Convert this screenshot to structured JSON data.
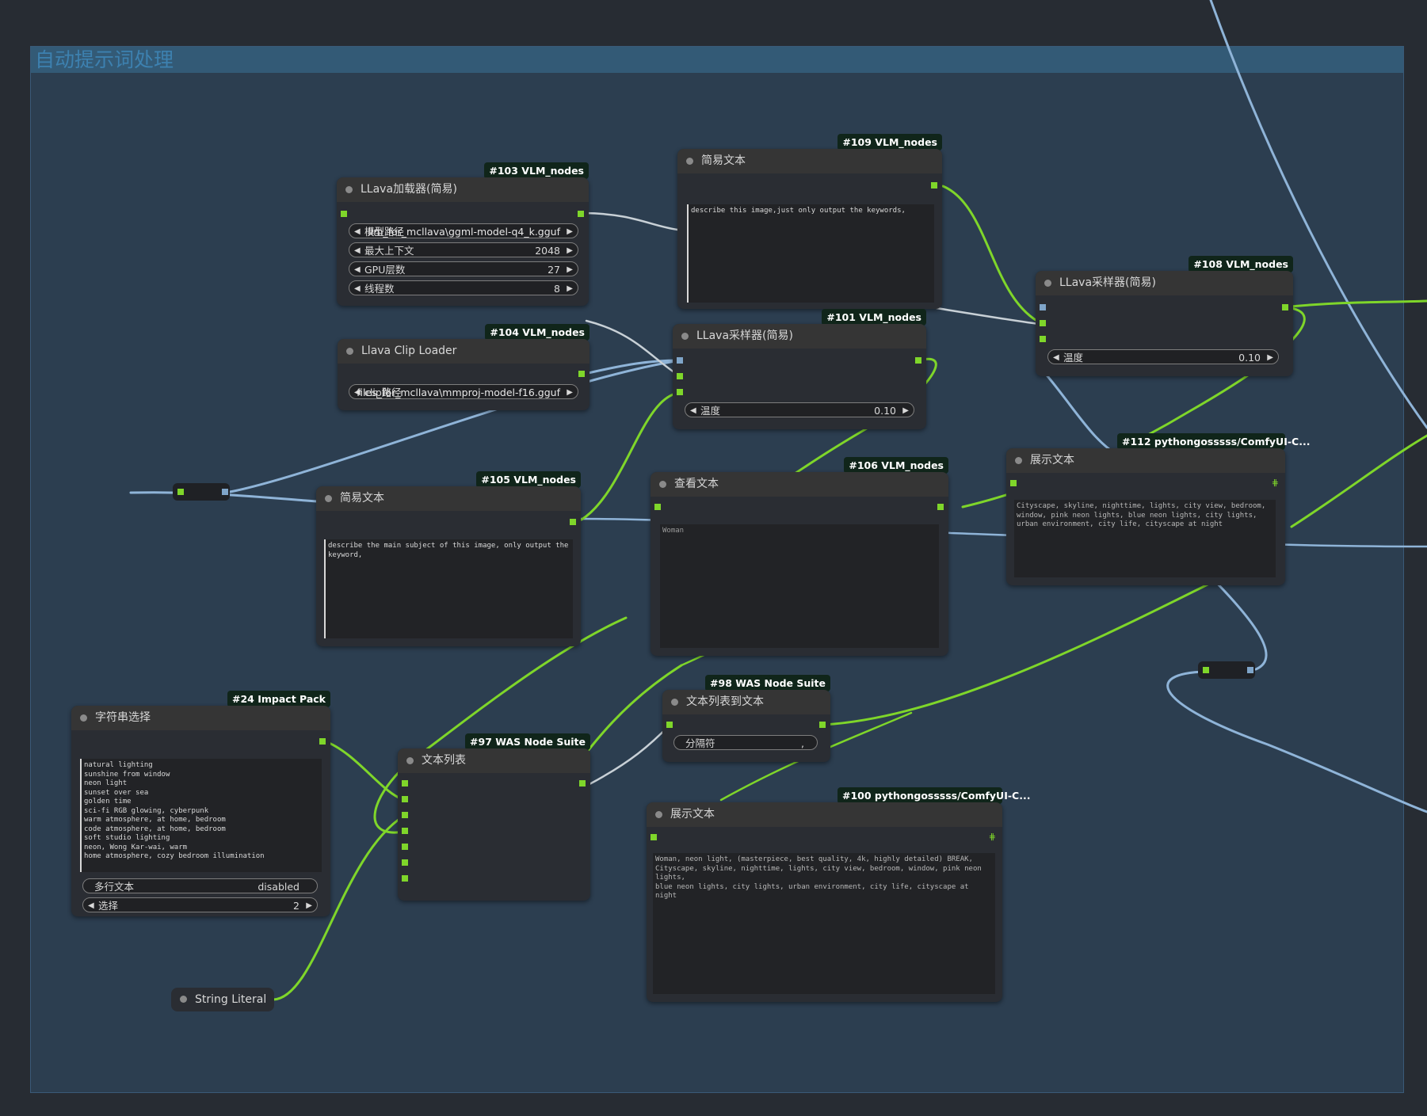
{
  "group": {
    "title": "自动提示词处理"
  },
  "colors": {
    "wire_green": "#7fd62a",
    "wire_blue": "#8fb4d8",
    "canvas": "#272c33",
    "group_bg": "#2c3e50"
  },
  "nodes": {
    "n103": {
      "badge": "#103 VLM_nodes",
      "title": "LLava加载器(简易)",
      "w_model_label": "模型路径",
      "w_model_value": "llm_for_mcllava\\ggml-model-q4_k.gguf",
      "w_ctx_label": "最大上下文",
      "w_ctx_value": "2048",
      "w_gpu_label": "GPU层数",
      "w_gpu_value": "27",
      "w_threads_label": "线程数",
      "w_threads_value": "8"
    },
    "n104": {
      "badge": "#104 VLM_nodes",
      "title": "Llava Clip Loader",
      "w_clip_label": "clip路径",
      "w_clip_value": "files_for_mcllava\\mmproj-model-f16.gguf"
    },
    "n109": {
      "badge": "#109 VLM_nodes",
      "title": "简易文本",
      "text": "describe this image,just only output the keywords,"
    },
    "n101": {
      "badge": "#101 VLM_nodes",
      "title": "LLava采样器(简易)",
      "w_temp_label": "温度",
      "w_temp_value": "0.10"
    },
    "n108": {
      "badge": "#108 VLM_nodes",
      "title": "LLava采样器(简易)",
      "w_temp_label": "温度",
      "w_temp_value": "0.10"
    },
    "n105": {
      "badge": "#105 VLM_nodes",
      "title": "简易文本",
      "text": "describe the main subject of this image, only output the keyword,"
    },
    "n106": {
      "badge": "#106 VLM_nodes",
      "title": "查看文本",
      "text": "Woman"
    },
    "n112": {
      "badge": "#112 pythongosssss/ComfyUI-C...",
      "title": "展示文本",
      "text": "Cityscape, skyline, nighttime, lights, city view, bedroom, window, pink neon lights, blue neon lights, city lights, urban environment, city life, cityscape at night"
    },
    "n24": {
      "badge": "#24 Impact Pack",
      "title": "字符串选择",
      "text": "natural lighting\nsunshine from window\nneon light\nsunset over sea\ngolden time\nsci-fi RGB glowing, cyberpunk\nwarm atmosphere, at home, bedroom\ncode atmosphere, at home, bedroom\nsoft studio lighting\nneon, Wong Kar-wai, warm\nhome atmosphere, cozy bedroom illumination",
      "w_multi_label": "多行文本",
      "w_multi_value": "disabled",
      "w_select_label": "选择",
      "w_select_value": "2"
    },
    "n97": {
      "badge": "#97 WAS Node Suite",
      "title": "文本列表"
    },
    "n98": {
      "badge": "#98 WAS Node Suite",
      "title": "文本列表到文本",
      "w_sep_label": "分隔符",
      "w_sep_value": ","
    },
    "n100": {
      "badge": "#100 pythongosssss/ComfyUI-C...",
      "title": "展示文本",
      "text": "Woman, neon light, (masterpiece, best quality, 4k, highly detailed) BREAK,\nCityscape, skyline, nighttime, lights, city view, bedroom, window, pink neon lights,\nblue neon lights, city lights, urban environment, city life, cityscape at night"
    },
    "string_literal": {
      "title": "String Literal"
    }
  }
}
